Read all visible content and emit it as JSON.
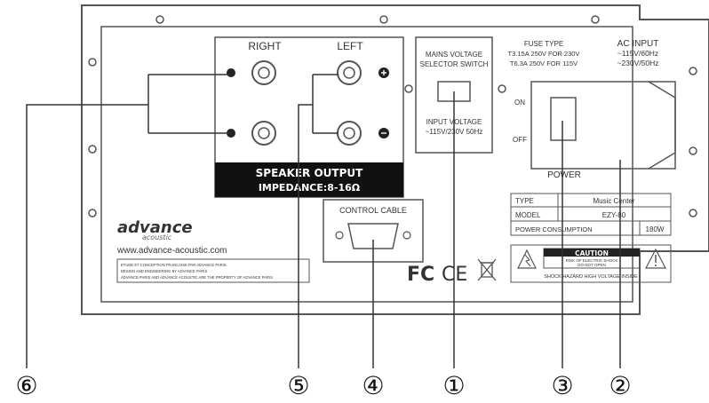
{
  "speaker": {
    "right_label": "RIGHT",
    "left_label": "LEFT",
    "output_label": "SPEAKER OUTPUT",
    "impedance_label": "IMPEDANCE:8-16Ω"
  },
  "mains": {
    "selector_line1": "MAINS VOLTAGE",
    "selector_line2": "SELECTOR SWITCH",
    "input_line1": "INPUT VOLTAGE",
    "input_line2": "~115V/230V 50Hz"
  },
  "fuse": {
    "title": "FUSE TYPE",
    "line1": "T3.15A 250V FOR 230V",
    "line2": "T6.3A 250V FOR 115V"
  },
  "ac_input": {
    "title": "AC INPUT",
    "line1": "~115V/60Hz",
    "line2": "~230V/50Hz"
  },
  "power": {
    "on_label": "ON",
    "off_label": "OFF",
    "label": "POWER"
  },
  "spec": {
    "type_key": "TYPE",
    "type_val": "Music Center",
    "model_key": "MODEL",
    "model_val": "EZY-80",
    "consumption_key": "POWER CONSUMPTION",
    "consumption_val": "180W"
  },
  "caution": {
    "title": "CAUTION",
    "sub1": "RISK OF ELECTRIC SHOCK",
    "sub2": "DO NOT OPEN",
    "footer": "SHOCK HAZARD HIGH VOLTAGE INSIDE"
  },
  "control_cable": "CONTROL CABLE",
  "brand": {
    "name": "advance",
    "sub": "acoustic",
    "url": "www.advance-acoustic.com"
  },
  "notice": {
    "line1": "ETUDE ET CONCEPTION FRANCAISE PAR ADVANCE PARIS",
    "line2": "DESIGN AND ENGINEERING BY ADVANCE PARIS",
    "line3": "ADVANCE PARIS AND ADVANCE ACOUSTIC ARE THE PROPERTY OF ADVANCE PARIS"
  },
  "certs": {
    "fc": "FC",
    "ce": "CE"
  },
  "callouts": {
    "c1": "①",
    "c2": "②",
    "c3": "③",
    "c4": "④",
    "c5": "⑤",
    "c6": "⑥"
  }
}
